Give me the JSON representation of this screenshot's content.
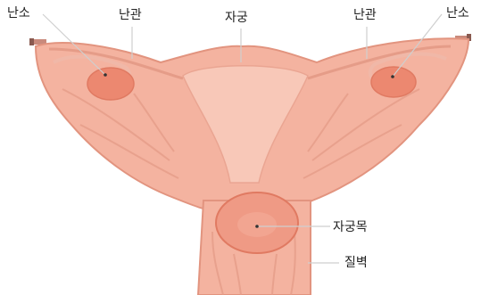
{
  "labels": {
    "ovary_left": "난소",
    "tube_left": "난관",
    "uterus": "자궁",
    "tube_right": "난관",
    "ovary_right": "난소",
    "cervix": "자궁목",
    "vaginal_wall": "질벽"
  },
  "colors": {
    "tissue": "#f4b3a0",
    "tissue_light": "#f8c8b8",
    "tissue_dark": "#e08c78",
    "outline": "#e2947f",
    "ovary": "#ec8870",
    "leader_line": "#cfcfcf",
    "label_text": "#222222",
    "tube_end": "#8a5a50"
  }
}
